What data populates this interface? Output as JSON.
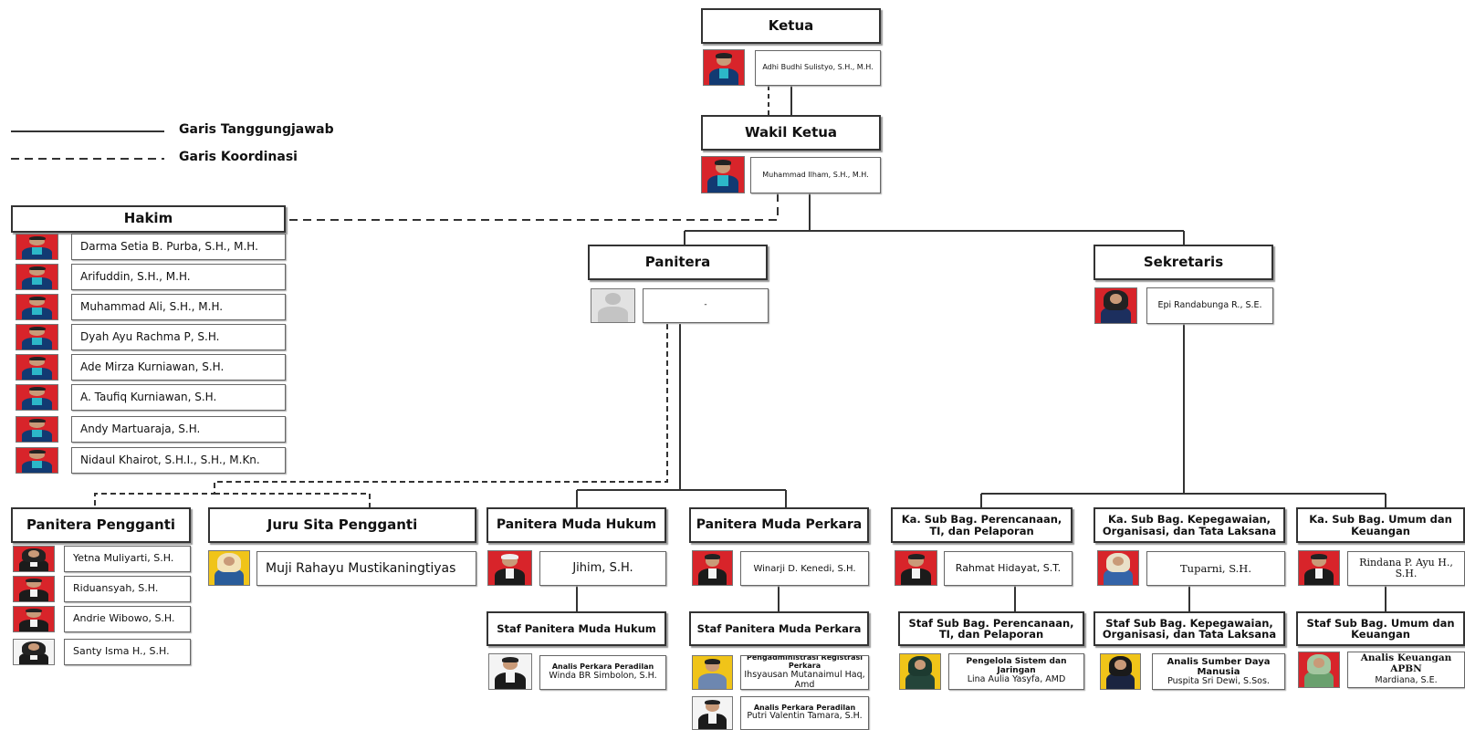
{
  "legend": {
    "solid_label": "Garis Tanggungjawab",
    "dashed_label": "Garis Koordinasi"
  },
  "ketua": {
    "title": "Ketua",
    "name": "Adhi Budhi Sulistyo, S.H., M.H."
  },
  "wakil": {
    "title": "Wakil Ketua",
    "name": "Muhammad Ilham, S.H., M.H."
  },
  "hakim": {
    "title": "Hakim",
    "members": [
      "Darma Setia B. Purba, S.H., M.H.",
      "Arifuddin, S.H., M.H.",
      "Muhammad Ali, S.H., M.H.",
      "Dyah Ayu Rachma P, S.H.",
      "Ade Mirza Kurniawan, S.H.",
      "A. Taufiq Kurniawan, S.H.",
      "Andy Martuaraja, S.H.",
      "Nidaul Khairot, S.H.I., S.H., M.Kn."
    ]
  },
  "panitera": {
    "title": "Panitera",
    "name": "-"
  },
  "sekretaris": {
    "title": "Sekretaris",
    "name": "Epi Randabunga R., S.E."
  },
  "panitera_pengganti": {
    "title": "Panitera Pengganti",
    "members": [
      "Yetna Muliyarti, S.H.",
      "Riduansyah, S.H.",
      "Andrie Wibowo, S.H.",
      "Santy Isma H., S.H."
    ]
  },
  "juru_sita": {
    "title": "Juru Sita Pengganti",
    "name": "Muji Rahayu Mustikaningtiyas"
  },
  "pm_hukum": {
    "title": "Panitera Muda Hukum",
    "name": "Jihim, S.H.",
    "staff_title": "Staf Panitera Muda Hukum",
    "staff": [
      {
        "role": "Analis Perkara Peradilan",
        "name": "Winda BR Simbolon, S.H."
      }
    ]
  },
  "pm_perkara": {
    "title": "Panitera Muda Perkara",
    "name": "Winarji D. Kenedi, S.H.",
    "staff_title": "Staf Panitera Muda Perkara",
    "staff": [
      {
        "role": "Pengadministrasi Registrasi Perkara",
        "name": "Ihsyausan Mutanaimul Haq, Amd"
      },
      {
        "role": "Analis Perkara Peradilan",
        "name": "Putri Valentin Tamara, S.H."
      }
    ]
  },
  "subbag_ptip": {
    "title": "Ka. Sub Bag. Perencanaan, TI, dan Pelaporan",
    "name": "Rahmat Hidayat, S.T.",
    "staff_title": "Staf Sub Bag. Perencanaan, TI, dan Pelaporan",
    "staff": [
      {
        "role": "Pengelola Sistem dan Jaringan",
        "name": "Lina Aulia Yasyfa, AMD"
      }
    ]
  },
  "subbag_kepeg": {
    "title": "Ka. Sub Bag. Kepegawaian, Organisasi, dan Tata Laksana",
    "name": "Tuparni, S.H.",
    "staff_title": "Staf Sub Bag. Kepegawaian, Organisasi, dan Tata Laksana",
    "staff": [
      {
        "role": "Analis Sumber Daya Manusia",
        "name": "Puspita Sri Dewi, S.Sos."
      }
    ]
  },
  "subbag_umum": {
    "title": "Ka. Sub Bag. Umum dan Keuangan",
    "name": "Rindana P. Ayu H., S.H.",
    "staff_title": "Staf Sub Bag. Umum dan Keuangan",
    "staff": [
      {
        "role": "Analis Keuangan APBN",
        "name": "Mardiana, S.E."
      }
    ]
  }
}
